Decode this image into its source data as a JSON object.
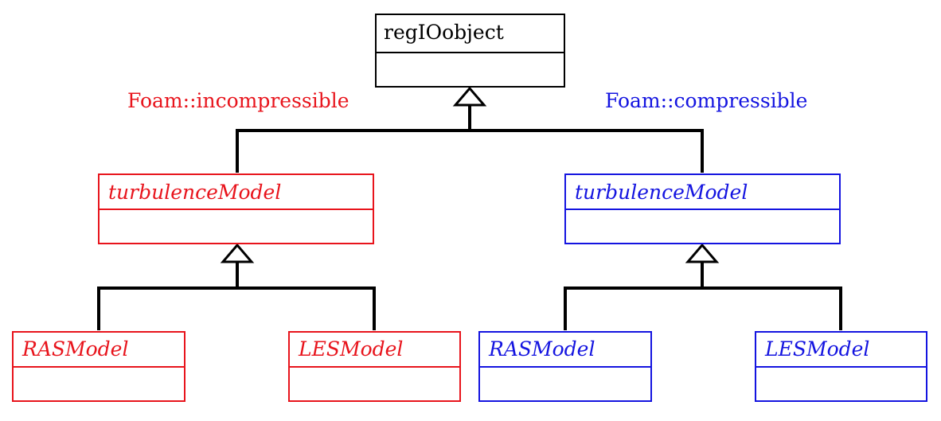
{
  "diagram": {
    "colors": {
      "base": "#000000",
      "incompressible": "#e8141c",
      "compressible": "#1414e0"
    },
    "base_class": {
      "name": "regIOobject"
    },
    "namespaces": {
      "incompressible": {
        "label": "Foam::incompressible",
        "parent": {
          "name": "turbulenceModel"
        },
        "children": [
          {
            "name": "RASModel"
          },
          {
            "name": "LESModel"
          }
        ]
      },
      "compressible": {
        "label": "Foam::compressible",
        "parent": {
          "name": "turbulenceModel"
        },
        "children": [
          {
            "name": "RASModel"
          },
          {
            "name": "LESModel"
          }
        ]
      }
    },
    "relationship": "inheritance (hollow triangle arrowheads)"
  }
}
